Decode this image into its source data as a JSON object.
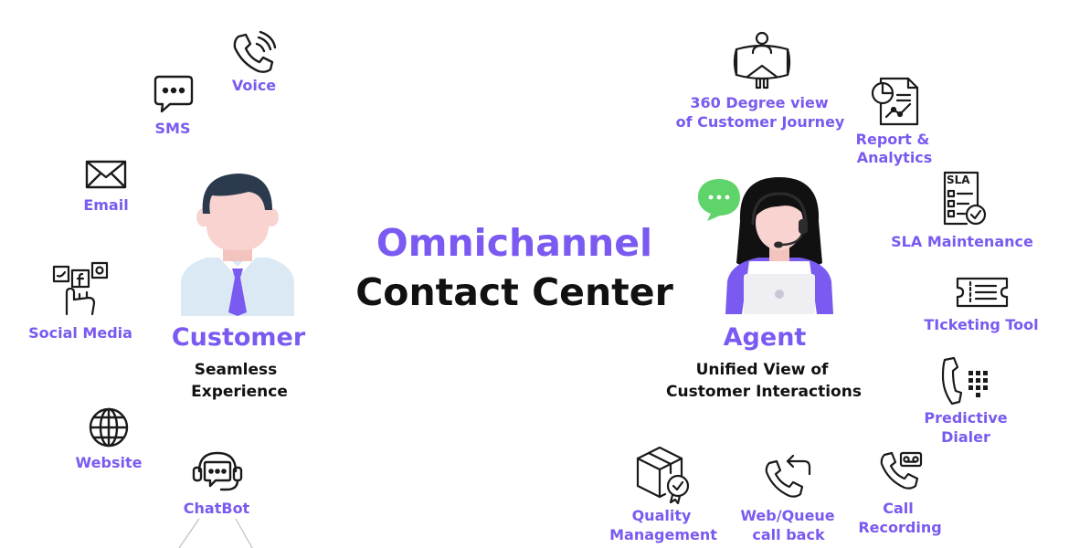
{
  "title": {
    "line1": "Omnichannel",
    "line2": "Contact Center"
  },
  "customer": {
    "role": "Customer",
    "subtitle_line1": "Seamless",
    "subtitle_line2": "Experience"
  },
  "agent": {
    "role": "Agent",
    "subtitle_line1": "Unified View of",
    "subtitle_line2": "Customer Interactions"
  },
  "customer_channels": {
    "voice": "Voice",
    "sms": "SMS",
    "email": "Email",
    "social_media": "Social Media",
    "website": "Website",
    "chatbot": "ChatBot"
  },
  "agent_features": {
    "journey_line1": "360 Degree view",
    "journey_line2": "of Customer Journey",
    "report_line1": "Report &",
    "report_line2": "Analytics",
    "sla": "SLA Maintenance",
    "sla_badge": "SLA",
    "ticketing": "TIcketing Tool",
    "dialer_line1": "Predictive",
    "dialer_line2": "Dialer",
    "recording_line1": "Call",
    "recording_line2": "Recording",
    "callback_line1": "Web/Queue",
    "callback_line2": "call back",
    "quality_line1": "Quality",
    "quality_line2": "Management"
  },
  "colors": {
    "accent": "#7a5af0",
    "text_dark": "#111111",
    "icon_stroke": "#1a1a1a",
    "chat_bubble": "#5fd46a",
    "skin": "#f9d3cf",
    "hair": "#2c3a4d",
    "shirt": "#dbe9f5",
    "tie": "#7a5af0"
  },
  "icons": {
    "voice": "phone-ringing-icon",
    "sms": "chat-dots-icon",
    "email": "envelope-icon",
    "social_media": "social-hand-icon",
    "website": "globe-icon",
    "chatbot": "headset-chat-icon",
    "journey": "vr-person-icon",
    "report": "report-chart-icon",
    "sla": "sla-checklist-icon",
    "ticketing": "ticket-icon",
    "dialer": "phone-keypad-icon",
    "recording": "phone-recorder-icon",
    "callback": "phone-callback-icon",
    "quality": "box-badge-icon"
  }
}
